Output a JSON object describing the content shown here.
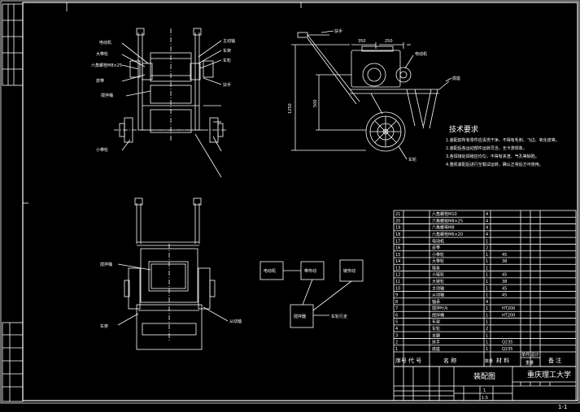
{
  "tech": {
    "title": "技术要求",
    "notes": [
      "1.装配前所有零件应清洗干净，不得有毛刺、飞边、氧化皮等。",
      "2.装配后各运动部件运转灵活，无卡滞现象。",
      "3.各焊接处焊缝应均匀，不得有夹渣、气孔等缺陷。",
      "4.整机装配后进行空载试运转，确认正常后方可使用。"
    ]
  },
  "parts_rows": [
    {
      "no": "21",
      "name": "六角螺栓M10",
      "qty": "4",
      "mat": ""
    },
    {
      "no": "20",
      "name": "六角螺栓M8×25",
      "qty": "4",
      "mat": ""
    },
    {
      "no": "19",
      "name": "六角螺母M8",
      "qty": "4",
      "mat": ""
    },
    {
      "no": "18",
      "name": "六角螺栓M6×20",
      "qty": "4",
      "mat": ""
    },
    {
      "no": "17",
      "name": "电动机",
      "qty": "1",
      "mat": ""
    },
    {
      "no": "16",
      "name": "皮带",
      "qty": "2",
      "mat": ""
    },
    {
      "no": "15",
      "name": "小带轮",
      "qty": "1",
      "mat": "45"
    },
    {
      "no": "14",
      "name": "大带轮",
      "qty": "1",
      "mat": "38"
    },
    {
      "no": "13",
      "name": "链条",
      "qty": "1",
      "mat": ""
    },
    {
      "no": "12",
      "name": "小链轮",
      "qty": "1",
      "mat": "45"
    },
    {
      "no": "11",
      "name": "大链轮",
      "qty": "1",
      "mat": "38"
    },
    {
      "no": "10",
      "name": "主动轴",
      "qty": "1",
      "mat": "45"
    },
    {
      "no": "9",
      "name": "从动轴",
      "qty": "1",
      "mat": "45"
    },
    {
      "no": "8",
      "name": "轴承",
      "qty": "4",
      "mat": ""
    },
    {
      "no": "7",
      "name": "搅拌叶片",
      "qty": "1",
      "mat": "HT200"
    },
    {
      "no": "6",
      "name": "搅拌桶",
      "qty": "1",
      "mat": "HT200"
    },
    {
      "no": "5",
      "name": "车架",
      "qty": "1",
      "mat": ""
    },
    {
      "no": "4",
      "name": "车轮",
      "qty": "2",
      "mat": ""
    },
    {
      "no": "3",
      "name": "支腿",
      "qty": "1",
      "mat": ""
    },
    {
      "no": "2",
      "name": "扶手",
      "qty": "1",
      "mat": "Q235"
    },
    {
      "no": "1",
      "name": "底座",
      "qty": "1",
      "mat": "Q235"
    }
  ],
  "parts_header": {
    "no": "序号",
    "code": "代 号",
    "name": "名 称",
    "qty": "数量",
    "mat": "材 料",
    "weight": "单件 总计",
    "weight_sub": "重量",
    "note": "备 注"
  },
  "title_block": {
    "drawing_name": "装配图",
    "school": "重庆理工大学",
    "scale": "1:5",
    "qty": "1"
  },
  "sheet_no": "1-1",
  "labels": {
    "front": [
      "电动机",
      "大带轮",
      "六角螺栓M8×25",
      "皮带",
      "搅拌桶",
      "小带轮",
      "主动轴",
      "车架",
      "车轮",
      "扶手"
    ],
    "side": [
      "扶手",
      "电动机",
      "底座",
      "车轮"
    ],
    "top": [
      "搅拌桶",
      "车架",
      "从动轴"
    ],
    "flow": [
      "电动机",
      "带传动",
      "链传动",
      "搅拌器",
      "车轮行走"
    ]
  },
  "dims": [
    "1250",
    "500",
    "350",
    "250"
  ]
}
